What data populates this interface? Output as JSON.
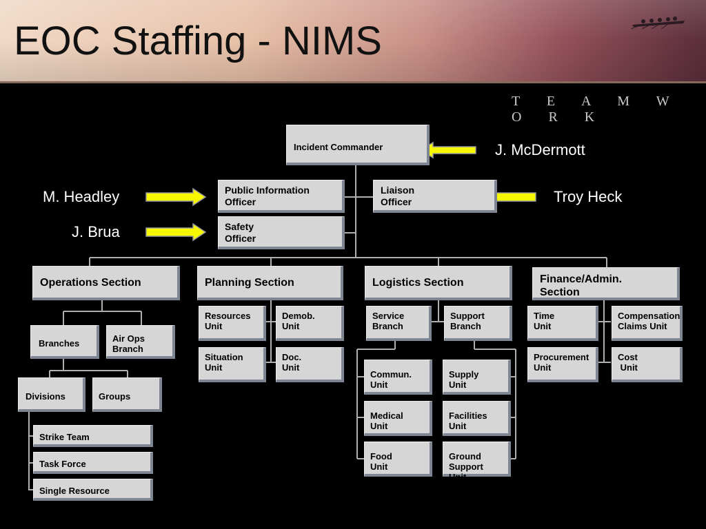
{
  "slide": {
    "title": "EOC Staffing - NIMS",
    "tagline": "T E A M W O R K"
  },
  "colors": {
    "box": "#d6d6d6",
    "shadow": "#7f8693",
    "connector": "#b0b0b0",
    "arrow": "#f7f700"
  },
  "command": {
    "incident_commander": "Incident Commander",
    "public_information_officer": "Public Information\nOfficer",
    "liaison_officer": "Liaison\nOfficer",
    "safety_officer": "Safety\nOfficer"
  },
  "sections": {
    "operations": "Operations Section",
    "planning": "Planning Section",
    "logistics": "Logistics Section",
    "finance": "Finance/Admin.\nSection"
  },
  "operations": {
    "branches": "Branches",
    "air_ops_branch": "Air Ops\nBranch",
    "divisions": "Divisions",
    "groups": "Groups",
    "strike_team": "Strike Team",
    "task_force": "Task Force",
    "single_resource": "Single Resource"
  },
  "planning": {
    "resources_unit": "Resources\nUnit",
    "demob_unit": "Demob.\nUnit",
    "situation_unit": "Situation\nUnit",
    "doc_unit": "Doc.\nUnit"
  },
  "logistics": {
    "service_branch": "Service\nBranch",
    "support_branch": "Support\nBranch",
    "commun_unit": "Commun.\nUnit",
    "medical_unit": "Medical\nUnit",
    "food_unit": "Food\nUnit",
    "supply_unit": "Supply\nUnit",
    "facilities_unit": "Facilities\nUnit",
    "ground_support_unit": "Ground\nSupport Unit"
  },
  "finance": {
    "time_unit": "Time\nUnit",
    "compensation_claims_unit": "Compensation\nClaims Unit",
    "procurement_unit": "Procurement\nUnit",
    "cost_unit": "Cost\n Unit"
  },
  "assignments": {
    "incident_commander": "J. McDermott",
    "public_information_officer": "M. Headley",
    "liaison_officer": "Troy Heck",
    "safety_officer": "J. Brua"
  }
}
